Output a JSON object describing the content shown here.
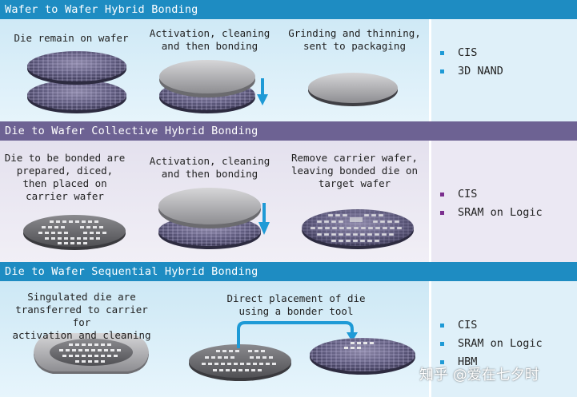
{
  "sections": [
    {
      "title": "Wafer to Wafer Hybrid Bonding",
      "steps": [
        "Die remain on wafer",
        "Activation, cleaning\nand then bonding",
        "Grinding and thinning,\nsent to packaging"
      ],
      "applications": [
        "CIS",
        "3D NAND"
      ],
      "bullet_color": "#1e9ad6"
    },
    {
      "title": "Die to Wafer Collective Hybrid Bonding",
      "steps": [
        "Die to be bonded are\nprepared, diced,\nthen placed on\ncarrier wafer",
        "Activation, cleaning\nand then bonding",
        "Remove carrier wafer,\nleaving bonded die on\ntarget wafer"
      ],
      "applications": [
        "CIS",
        "SRAM on Logic"
      ],
      "bullet_color": "#7b2f8e"
    },
    {
      "title": "Die to Wafer Sequential Hybrid Bonding",
      "steps": [
        "Singulated die are\ntransferred to carrier for\nactivation and cleaning",
        "Direct placement of die\nusing a bonder tool"
      ],
      "applications": [
        "CIS",
        "SRAM on Logic",
        "HBM"
      ],
      "bullet_color": "#1e9ad6"
    }
  ],
  "watermark": "知乎 @爱在七夕时",
  "colors": {
    "header_blue": "#1e8cc2",
    "header_purple": "#6d6293",
    "arrow": "#1e9ad6"
  }
}
